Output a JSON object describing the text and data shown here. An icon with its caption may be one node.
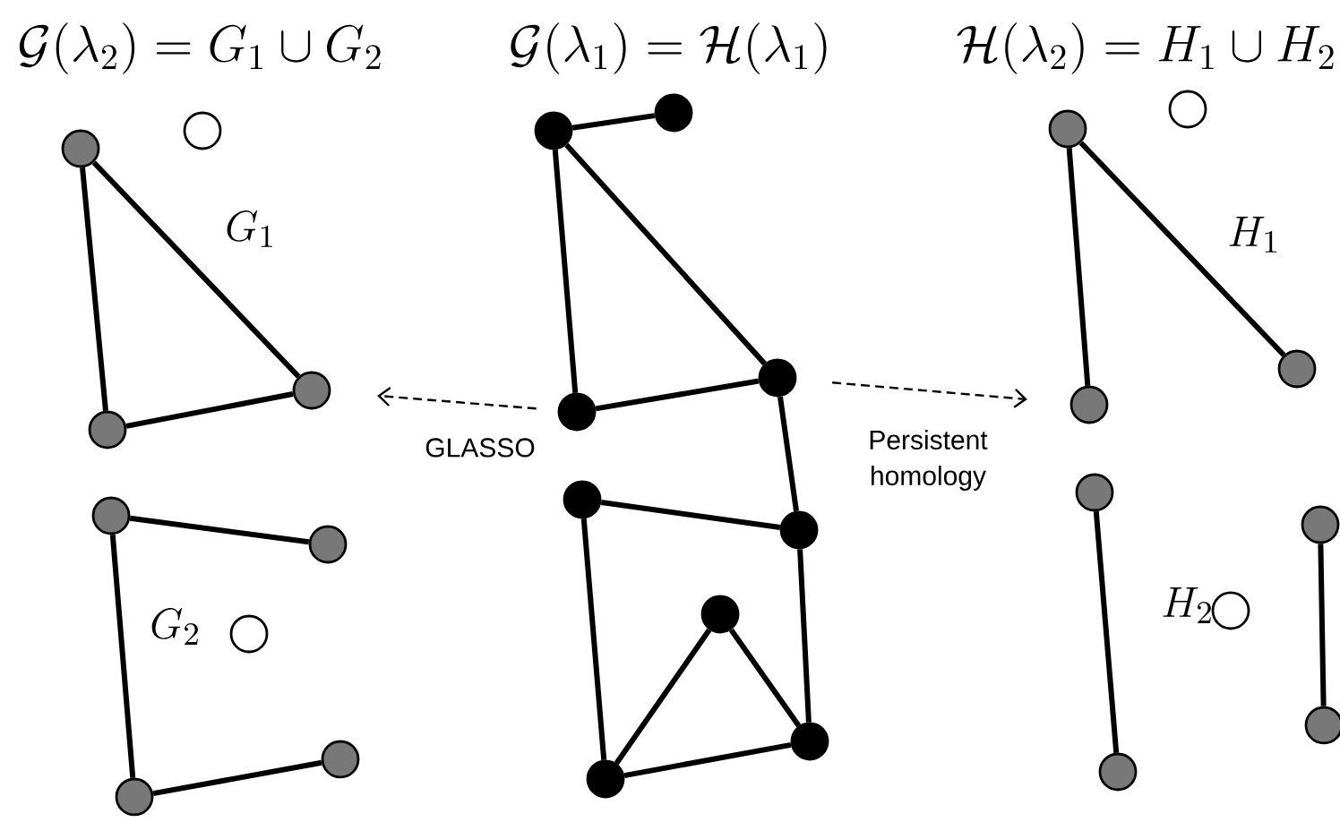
{
  "diagram": {
    "nodes": [
      {
        "text": [],
        "shape": "circle"
      },
      {
        "text": [],
        "shape": "circle"
      },
      {
        "text": [],
        "shape": "circle"
      },
      {
        "text": [],
        "shape": "circle"
      },
      {
        "text": [],
        "shape": "circle"
      },
      {
        "text": [],
        "shape": "circle"
      },
      {
        "text": [],
        "shape": "circle"
      },
      {
        "text": [],
        "shape": "circle"
      },
      {
        "text": [],
        "shape": "circle"
      },
      {
        "text": [],
        "shape": "circle"
      },
      {
        "text": [],
        "shape": "circle"
      },
      {
        "text": [],
        "shape": "circle"
      },
      {
        "text": [],
        "shape": "circle"
      },
      {
        "text": [],
        "shape": "circle"
      },
      {
        "text": [],
        "shape": "circle"
      },
      {
        "text": [],
        "shape": "circle"
      },
      {
        "text": [],
        "shape": "circle"
      },
      {
        "text": [],
        "shape": "circle"
      },
      {
        "text": [],
        "shape": "circle"
      },
      {
        "text": [],
        "shape": "circle"
      },
      {
        "text": [],
        "shape": "circle"
      },
      {
        "text": [],
        "shape": "circle"
      },
      {
        "text": [],
        "shape": "circle"
      },
      {
        "text": [],
        "shape": "circle"
      },
      {
        "text": [],
        "shape": "circle"
      },
      {
        "text": [],
        "shape": "circle"
      },
      {
        "text": [],
        "shape": "circle"
      }
    ],
    "edges": [
      {
        "from": 0,
        "to": 2,
        "arrow": "none"
      },
      {
        "from": 0,
        "to": 3,
        "arrow": "none"
      },
      {
        "from": 3,
        "to": 2,
        "arrow": "none"
      },
      {
        "from": 4,
        "to": 5,
        "arrow": "none"
      },
      {
        "from": 4,
        "to": 7,
        "arrow": "none"
      },
      {
        "from": 7,
        "to": 8,
        "arrow": "none"
      },
      {
        "from": 9,
        "to": 10,
        "arrow": "none"
      },
      {
        "from": 9,
        "to": 11,
        "arrow": "none"
      },
      {
        "from": 9,
        "to": 12,
        "arrow": "none"
      },
      {
        "from": 12,
        "to": 11,
        "arrow": "none"
      },
      {
        "from": 11,
        "to": 14,
        "arrow": "none"
      },
      {
        "from": 13,
        "to": 14,
        "arrow": "none"
      },
      {
        "from": 13,
        "to": 16,
        "arrow": "none"
      },
      {
        "from": 14,
        "to": 17,
        "arrow": "none"
      },
      {
        "from": 15,
        "to": 16,
        "arrow": "none"
      },
      {
        "from": 15,
        "to": 17,
        "arrow": "none"
      },
      {
        "from": 16,
        "to": 17,
        "arrow": "none"
      },
      {
        "from": 19,
        "to": 20,
        "arrow": "none"
      },
      {
        "from": 19,
        "to": 21,
        "arrow": "none"
      },
      {
        "from": 22,
        "to": 25,
        "arrow": "none"
      },
      {
        "from": 24,
        "to": 26,
        "arrow": "none"
      },
      {
        "from": 12,
        "to": 2,
        "arrow": "to",
        "style": "dashed",
        "label": "GLASSO"
      },
      {
        "from": 11,
        "to": 21,
        "arrow": "to",
        "style": "dashed",
        "label": "Persistent homology"
      }
    ],
    "labels": [
      "\\mathcal{G}(\\lambda_2)=G_1\\cup G_2",
      "\\mathcal{G}(\\lambda_1)=\\mathcal{H}(\\lambda_1)",
      "\\mathcal{H}(\\lambda_2)=H_1\\cup H_2",
      "G_1",
      "H_1",
      "G_2",
      "H_2"
    ]
  }
}
